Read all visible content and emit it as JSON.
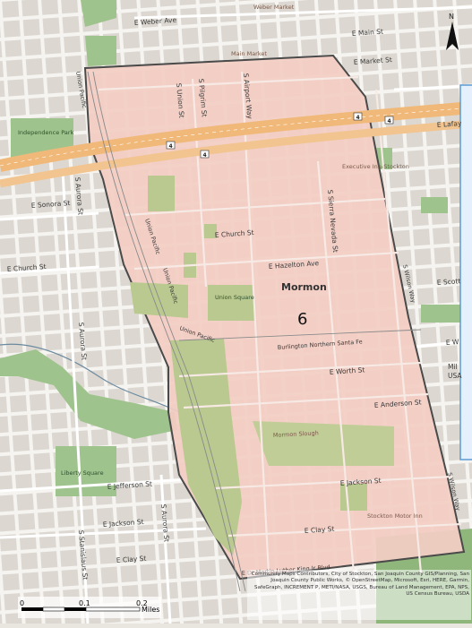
{
  "streets": {
    "weber_ave": "E Weber Ave",
    "main_st": "E Main St",
    "market_st": "E Market St",
    "lafayette": "E Lafay",
    "sonora": "E Sonora St",
    "church_w": "E Church St",
    "church_e": "E Church St",
    "hazelton": "E Hazelton Ave",
    "scott": "E Scott",
    "worth": "E Worth St",
    "anderson": "E Anderson St",
    "jefferson": "E Jefferson St",
    "jackson_w": "E Jackson St",
    "jackson_e": "E Jackson St",
    "clay_w": "E Clay St",
    "clay_e": "E Clay St",
    "mlk": "E Dr Martin Luther King Jr Blvd",
    "union_st": "S Union St",
    "pilgrim": "S Pilgrim St",
    "airport": "S Airport Way",
    "sierra_nevada": "S Sierra Nevada St",
    "aurora_1": "S Aurora St",
    "aurora_2": "S Aurora St",
    "aurora_3": "S Aurora St",
    "stanislaus": "S Stanislaus St",
    "union_pacific_1": "Union Pacific",
    "union_pacific_2": "Union Pacific",
    "union_pacific_3": "Union Pacific",
    "union_pacific_4": "Union Pacific",
    "wilson_way_1": "S Wilson Way",
    "wilson_way_2": "S Wilson Way",
    "bnsf": "Burlington Northern Santa Fe",
    "e_w": "E W",
    "mil": "Mil",
    "usa": "USA"
  },
  "highway_shield": "4",
  "pois": {
    "weber_market": "Weber Market",
    "main_market": "Main Market",
    "executive_inn": "Executive Inn-Stockton",
    "stockton_motor_inn": "Stockton Motor Inn",
    "mormon_slough": "Mormon Slough"
  },
  "parks": {
    "independence": "Independence Park",
    "union_square": "Union Square",
    "liberty_square": "Liberty Square"
  },
  "district_name": "Mormon",
  "district_number": "6",
  "north_label": "N",
  "scale_bar": {
    "ticks": [
      "0",
      "0.1",
      "0.2"
    ],
    "unit": "Miles"
  },
  "attribution": "Community Maps Contributors, City of Stockton, San Joaquin County GIS/Planning, San Joaquin County Public Works, © OpenStreetMap, Microsoft, Esri, HERE, Garmin, SafeGraph, INCREMENT P, METI/NASA, USGS, Bureau of Land Management, EPA, NPS, US Census Bureau, USDA",
  "colors": {
    "base": "#e9e6e0",
    "block": "#dcd8d1",
    "district_fill": "#f3cdc3",
    "district_border": "#4a4a4a",
    "park": "#9fc38d",
    "freeway": "#f0b97a",
    "inset_panel": "#e4f0fb",
    "inset_border": "#5b9bd5"
  }
}
